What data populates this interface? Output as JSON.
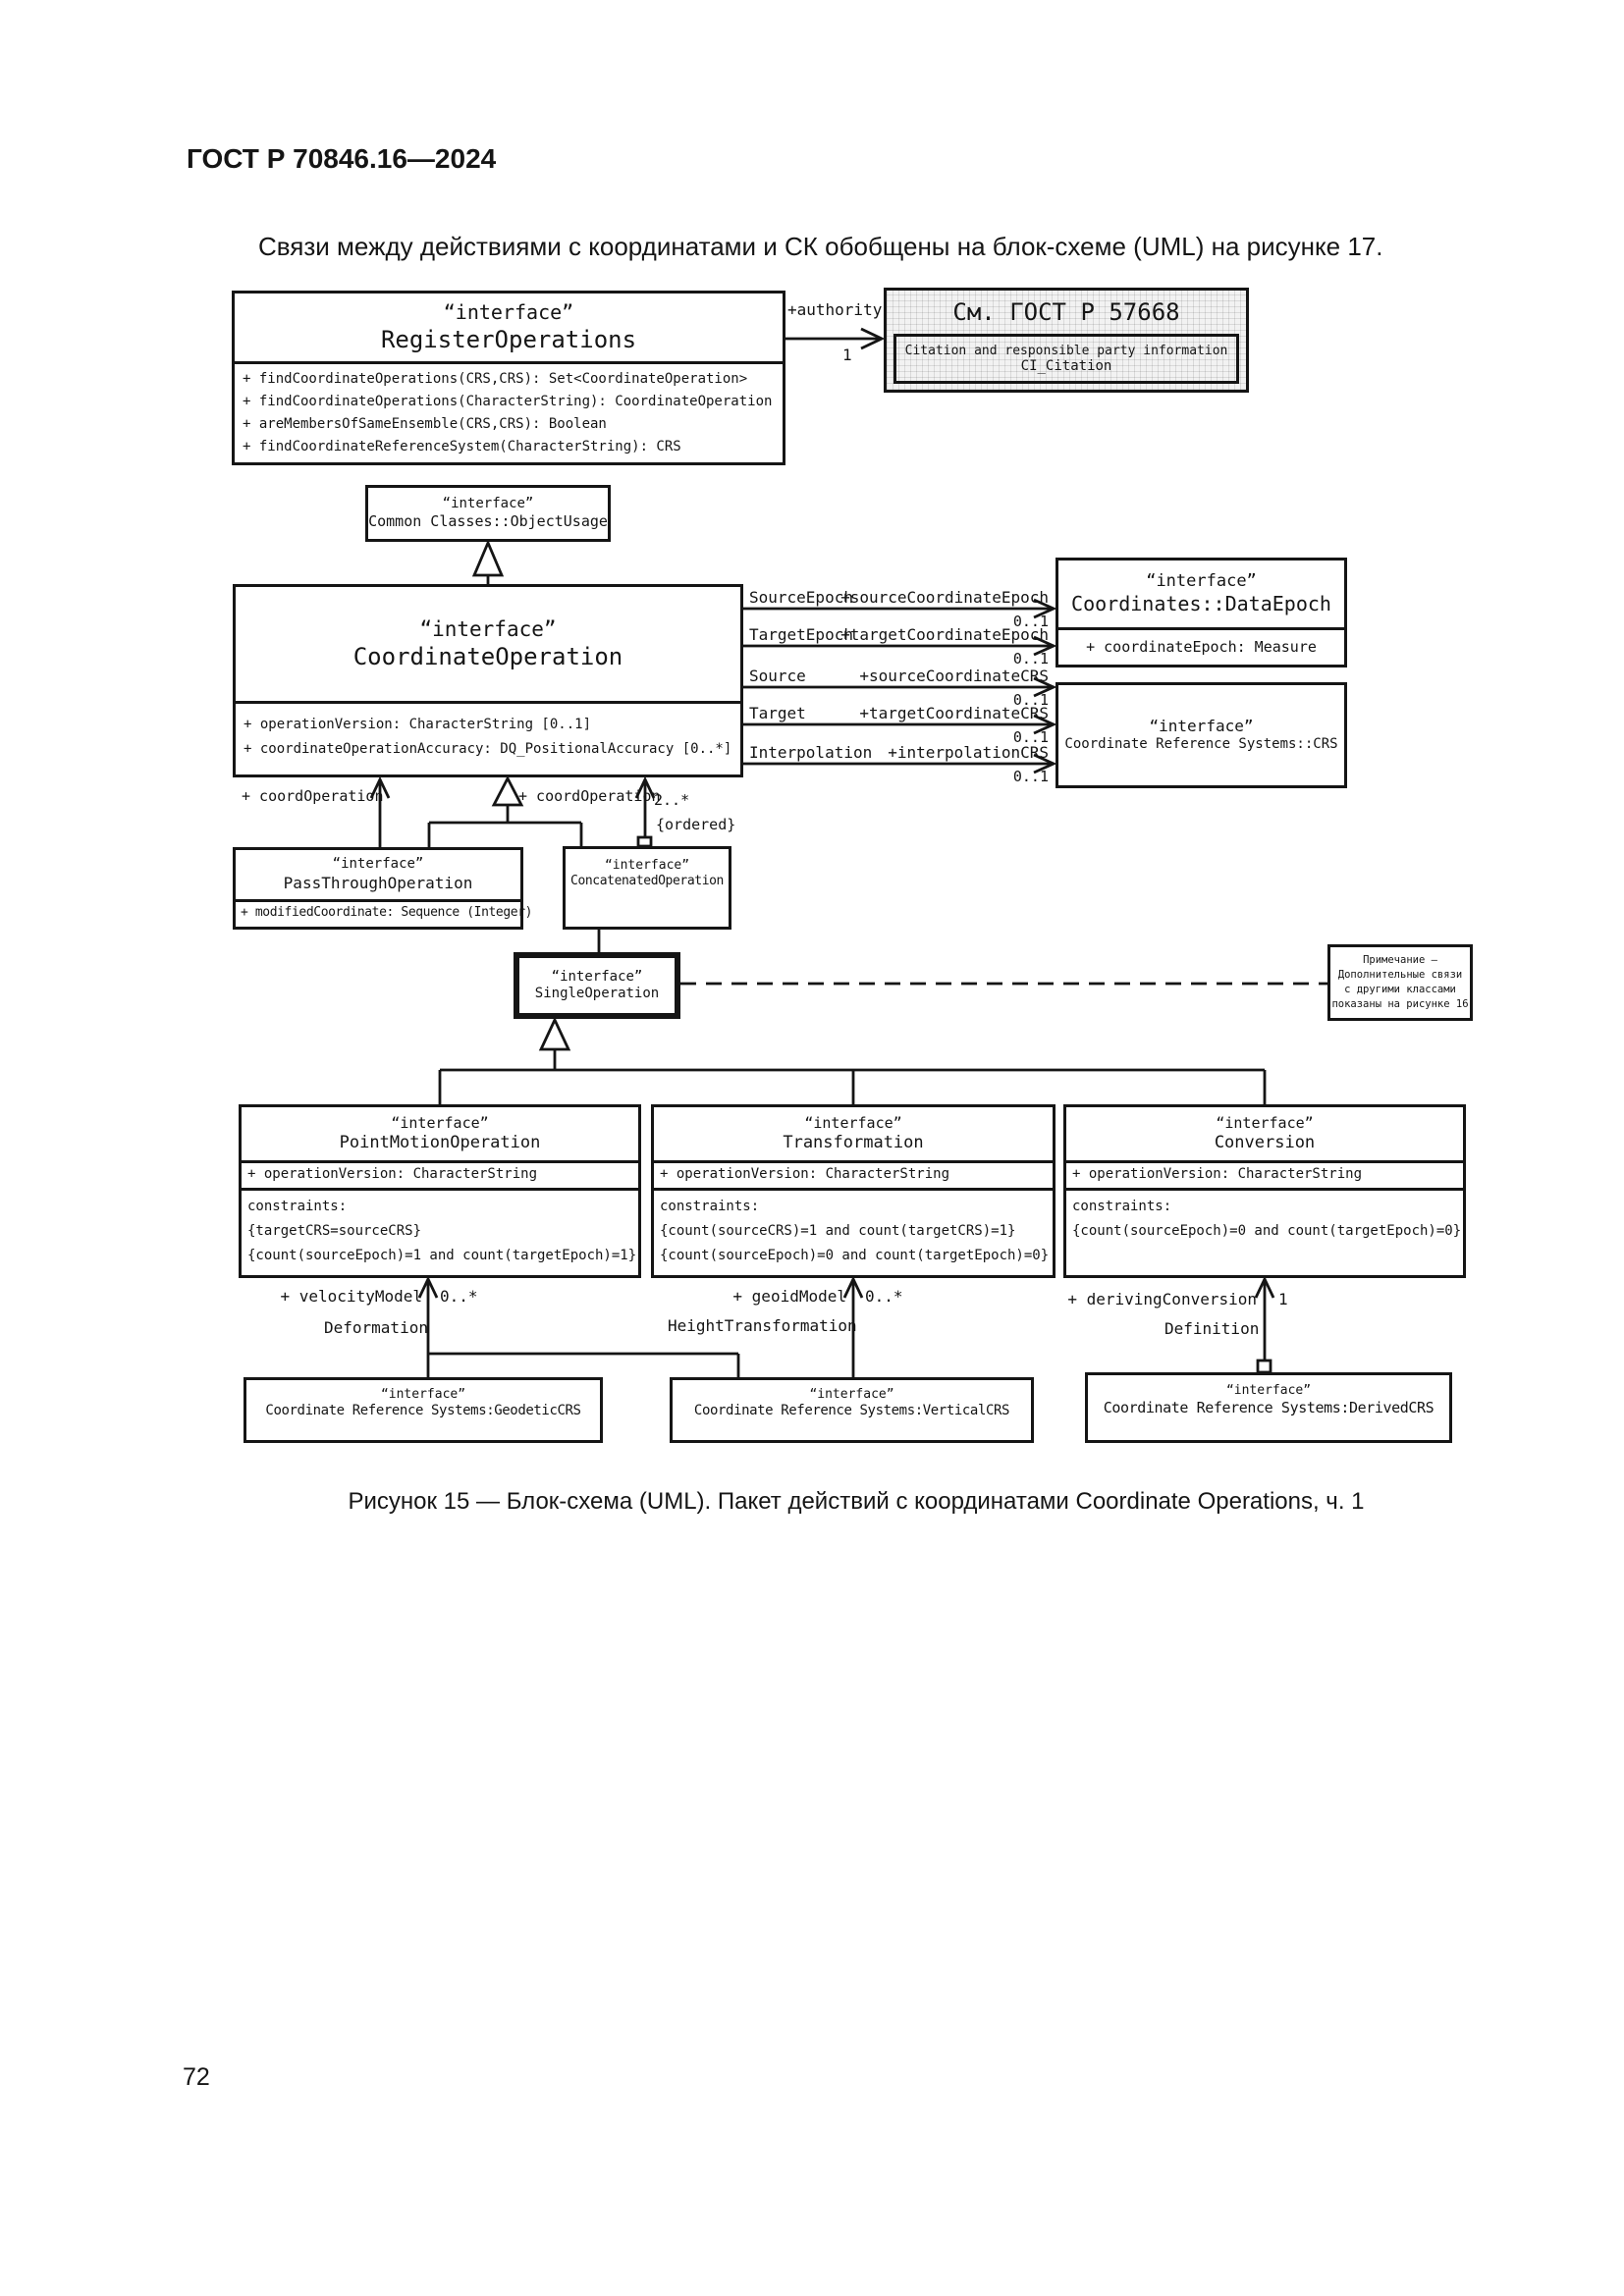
{
  "page": {
    "header": "ГОСТ Р 70846.16—2024",
    "intro": "Связи между действиями с координатами и СК обобщены на блок-схеме (UML) на рисунке 17.",
    "caption": "Рисунок 15 — Блок-схема (UML). Пакет действий с координатами Coordinate Operations, ч. 1",
    "page_number": "72"
  },
  "colors": {
    "ink": "#151515",
    "paper": "#ffffff"
  },
  "diagram": {
    "register_operations": {
      "stereotype": "“interface”",
      "name": "RegisterOperations",
      "methods": [
        "+ findCoordinateOperations(CRS,CRS): Set<CoordinateOperation>",
        "+ findCoordinateOperations(CharacterString): CoordinateOperation",
        "+ areMembersOfSameEnsemble(CRS,CRS): Boolean",
        "+ findCoordinateReferenceSystem(CharacterString): CRS"
      ]
    },
    "gost_ref": {
      "title": "См. ГОСТ Р 57668",
      "lines": [
        "Citation and responsible party information",
        "CI_Citation"
      ]
    },
    "authority": {
      "role": "+authority",
      "mult": "1"
    },
    "object_usage": {
      "stereotype": "“interface”",
      "name": "Common Classes::ObjectUsage"
    },
    "coordinate_operation": {
      "stereotype": "“interface”",
      "name": "CoordinateOperation",
      "attributes": [
        "+ operationVersion: CharacterString [0..1]",
        "+ coordinateOperationAccuracy: DQ_PositionalAccuracy [0..*]"
      ]
    },
    "associations": [
      {
        "name": "SourceEpoch",
        "role": "+sourceCoordinateEpoch",
        "mult": "0..1"
      },
      {
        "name": "TargetEpoch",
        "role": "+targetCoordinateEpoch",
        "mult": "0..1"
      },
      {
        "name": "Source",
        "role": "+sourceCoordinateCRS",
        "mult": "0..1"
      },
      {
        "name": "Target",
        "role": "+targetCoordinateCRS",
        "mult": "0..1"
      },
      {
        "name": "Interpolation",
        "role": "+interpolationCRS",
        "mult": "0..1"
      }
    ],
    "data_epoch": {
      "stereotype": "“interface”",
      "name": "Coordinates::DataEpoch",
      "attribute": "+ coordinateEpoch: Measure"
    },
    "crs": {
      "stereotype": "“interface”",
      "name": "Coordinate Reference Systems::CRS"
    },
    "coord_operation_left": {
      "role": "+ coordOperation"
    },
    "coord_operation_right": {
      "role": "+ coordOperation",
      "mult": "2..*",
      "constraint": "{ordered}"
    },
    "pass_through": {
      "stereotype": "“interface”",
      "name": "PassThroughOperation",
      "attribute": "+ modifiedCoordinate: Sequence (Integer)"
    },
    "concatenated": {
      "stereotype": "“interface”",
      "name": "ConcatenatedOperation"
    },
    "single_operation": {
      "stereotype": "“interface”",
      "name": "SingleOperation"
    },
    "note": {
      "lines": [
        "Примечание —",
        "Дополнительные связи",
        "с другими классами",
        "показаны на рисунке 16"
      ]
    },
    "point_motion": {
      "stereotype": "“interface”",
      "name": "PointMotionOperation",
      "attribute": "+ operationVersion: CharacterString",
      "constraints": [
        "constraints:",
        "{targetCRS=sourceCRS}",
        "{count(sourceEpoch)=1 and count(targetEpoch)=1}"
      ]
    },
    "transformation": {
      "stereotype": "“interface”",
      "name": "Transformation",
      "attribute": "+ operationVersion: CharacterString",
      "constraints": [
        "constraints:",
        "{count(sourceCRS)=1 and count(targetCRS)=1}",
        "{count(sourceEpoch)=0 and count(targetEpoch)=0}"
      ]
    },
    "conversion": {
      "stereotype": "“interface”",
      "name": "Conversion",
      "attribute": "+ operationVersion: CharacterString",
      "constraints": [
        "constraints:",
        "{count(sourceEpoch)=0 and count(targetEpoch)=0}"
      ]
    },
    "velocity_model": {
      "role": "+ velocityModel",
      "mult": "0..*",
      "assoc": "Deformation"
    },
    "geoid_model": {
      "role": "+ geoidModel",
      "mult": "0..*",
      "assoc": "HeightTransformation"
    },
    "deriving_conversion": {
      "role": "+ derivingConversion",
      "mult": "1",
      "assoc": "Definition"
    },
    "geodetic_crs": {
      "stereotype": "“interface”",
      "name": "Coordinate Reference Systems:GeodeticCRS"
    },
    "vertical_crs": {
      "stereotype": "“interface”",
      "name": "Coordinate Reference Systems:VerticalCRS"
    },
    "derived_crs": {
      "stereotype": "“interface”",
      "name": "Coordinate Reference Systems:DerivedCRS"
    }
  }
}
